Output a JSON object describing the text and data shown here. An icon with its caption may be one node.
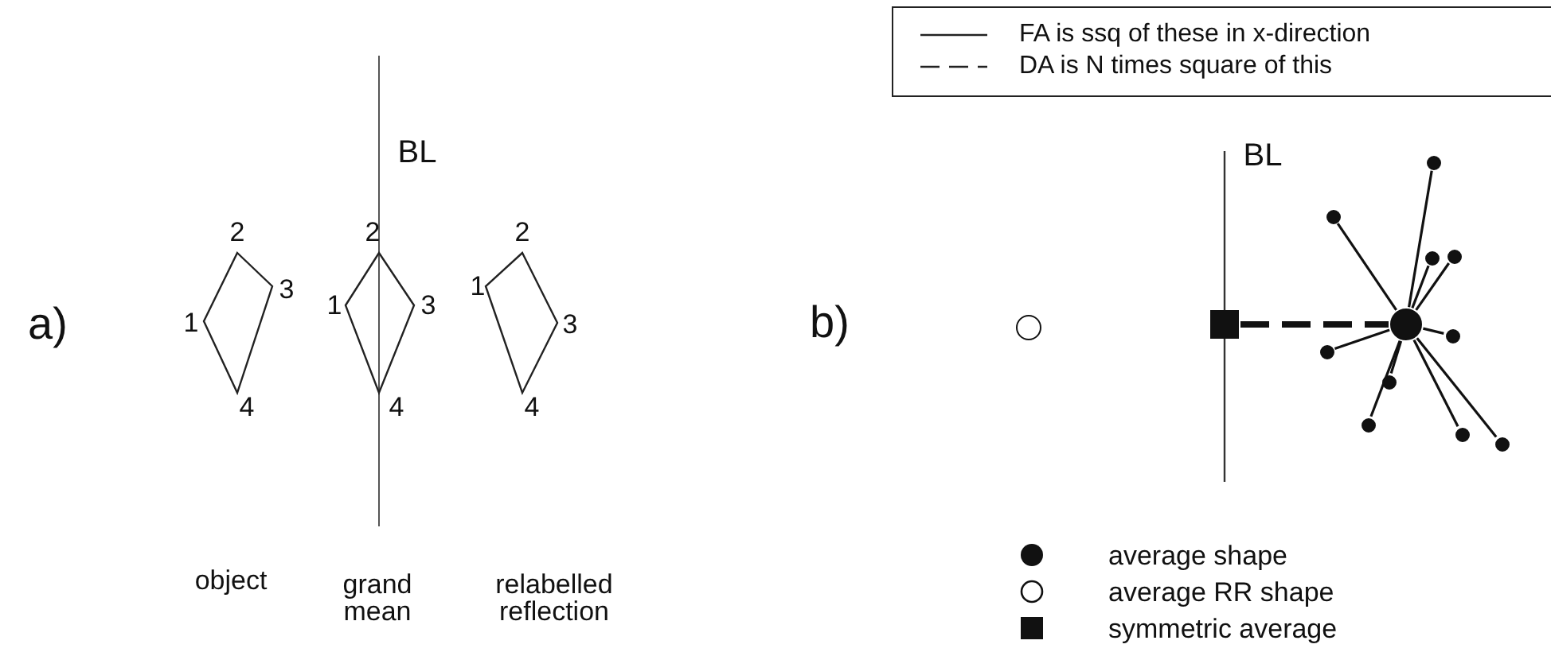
{
  "diagram": {
    "nodes": [
      {
        "text": [],
        "shape": "circle"
      },
      {
        "text": [],
        "shape": "box"
      },
      {
        "text": [],
        "shape": "circle"
      },
      {
        "text": [],
        "shape": "circle"
      },
      {
        "text": [],
        "shape": "circle"
      },
      {
        "text": [],
        "shape": "circle"
      },
      {
        "text": [],
        "shape": "circle"
      },
      {
        "text": [],
        "shape": "circle"
      },
      {
        "text": [],
        "shape": "circle"
      },
      {
        "text": [],
        "shape": "circle"
      },
      {
        "text": [],
        "shape": "circle"
      },
      {
        "text": [],
        "shape": "circle"
      },
      {
        "text": [],
        "shape": "circle"
      }
    ],
    "edges": [
      {
        "from": 1,
        "to": 2,
        "arrow": "none",
        "style": "dashed"
      },
      {
        "from": 2,
        "to": 3,
        "arrow": "none"
      },
      {
        "from": 2,
        "to": 4,
        "arrow": "none"
      },
      {
        "from": 2,
        "to": 5,
        "arrow": "none"
      },
      {
        "from": 2,
        "to": 6,
        "arrow": "none"
      },
      {
        "from": 2,
        "to": 7,
        "arrow": "none"
      },
      {
        "from": 2,
        "to": 8,
        "arrow": "none"
      },
      {
        "from": 2,
        "to": 9,
        "arrow": "none"
      },
      {
        "from": 2,
        "to": 10,
        "arrow": "none"
      },
      {
        "from": 2,
        "to": 11,
        "arrow": "none"
      },
      {
        "from": 2,
        "to": 12,
        "arrow": "none"
      }
    ],
    "labels": [
      "a)",
      "BL",
      "2",
      "3",
      "1",
      "4",
      "2",
      "1",
      "3",
      "4",
      "2",
      "1",
      "3",
      "4",
      "object",
      "grand mean",
      "relabelled reflection",
      "b)",
      "BL"
    ],
    "legend": [
      {
        "text": "FA is ssq of these in x-direction"
      },
      {
        "text": "DA is N times square of this"
      },
      {
        "text": "average shape"
      },
      {
        "text": "average RR shape"
      },
      {
        "text": "symmetric average"
      }
    ]
  }
}
